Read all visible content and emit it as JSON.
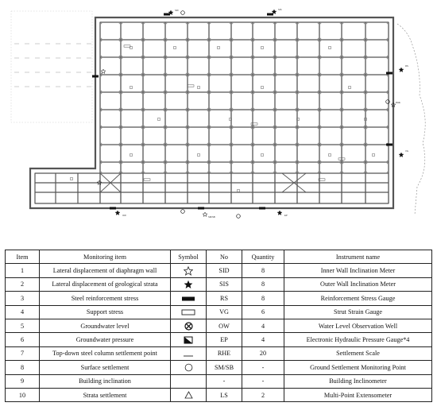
{
  "plan": {
    "point_labels": [
      "SID",
      "SIS",
      "RS",
      "VG",
      "OW",
      "EP",
      "RHE",
      "SM/SB",
      "LS"
    ],
    "colors": {
      "line": "#555555",
      "panel": "#8a8a8a",
      "marker": "#111111"
    }
  },
  "legend": {
    "headers": [
      "Item",
      "Monitoring item",
      "Symbol",
      "No",
      "Quantity",
      "Instrument name"
    ],
    "rows": [
      {
        "item": "1",
        "name": "Lateral displacement of diaphragm wall",
        "symbol": "star-outline-icon",
        "no": "SID",
        "qty": "8",
        "instrument": "Inner Wall Inclination Meter"
      },
      {
        "item": "2",
        "name": "Lateral displacement of geological strata",
        "symbol": "star-filled-icon",
        "no": "SIS",
        "qty": "8",
        "instrument": "Outer Wall Inclination Meter"
      },
      {
        "item": "3",
        "name": "Steel reinforcement stress",
        "symbol": "filled-bar-icon",
        "no": "RS",
        "qty": "8",
        "instrument": "Reinforcement Stress Gauge"
      },
      {
        "item": "4",
        "name": "Support stress",
        "symbol": "outline-rect-icon",
        "no": "VG",
        "qty": "6",
        "instrument": "Strut Strain Gauge"
      },
      {
        "item": "5",
        "name": "Groundwater level",
        "symbol": "crossed-circle-icon",
        "no": "OW",
        "qty": "4",
        "instrument": "Water Level Observation Well"
      },
      {
        "item": "6",
        "name": "Groundwater pressure",
        "symbol": "half-filled-square-icon",
        "no": "EP",
        "qty": "4",
        "instrument": "Electronic Hydraulic Pressure Gauge*4"
      },
      {
        "item": "7",
        "name": "Top-down steel column settlement point",
        "symbol": "underline-icon",
        "no": "RHE",
        "qty": "20",
        "instrument": "Settlement Scale"
      },
      {
        "item": "8",
        "name": "Surface settlement",
        "symbol": "circle-outline-icon",
        "no": "SM/SB",
        "qty": "-",
        "instrument": "Ground Settlement Monitoring Point"
      },
      {
        "item": "9",
        "name": "Building inclination",
        "symbol": "",
        "no": "-",
        "qty": "-",
        "instrument": "Building Inclinometer"
      },
      {
        "item": "10",
        "name": "Strata settlement",
        "symbol": "triangle-outline-icon",
        "no": "LS",
        "qty": "2",
        "instrument": "Multi-Point Extensometer"
      }
    ]
  }
}
